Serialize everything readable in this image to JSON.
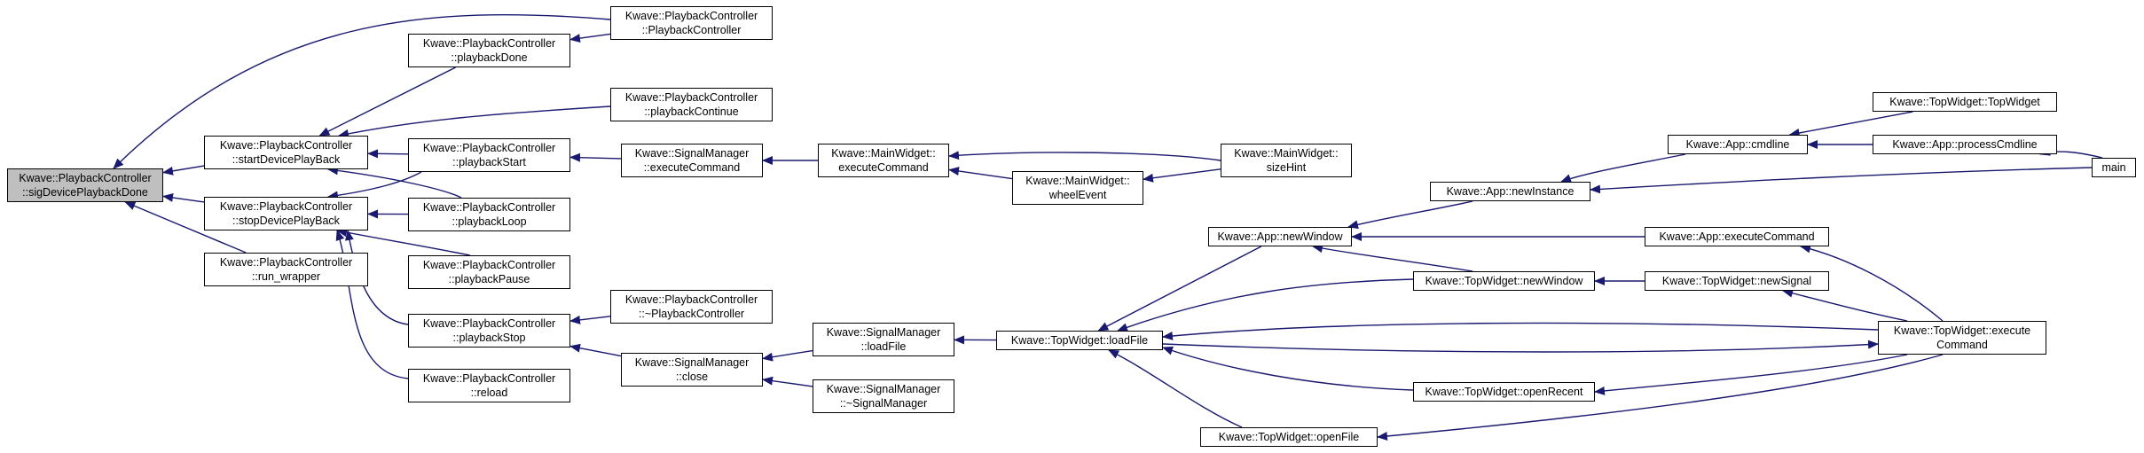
{
  "colors": {
    "edge": "#191970",
    "node_border": "#000000",
    "highlight_fill": "#bfbfbf",
    "background": "#ffffff"
  },
  "nodes": [
    {
      "id": "sigDevice",
      "lines": [
        "Kwave::PlaybackController",
        "::sigDevicePlaybackDone"
      ],
      "highlight": true
    },
    {
      "id": "startDev",
      "lines": [
        "Kwave::PlaybackController",
        "::startDevicePlayBack"
      ]
    },
    {
      "id": "stopDev",
      "lines": [
        "Kwave::PlaybackController",
        "::stopDevicePlayBack"
      ]
    },
    {
      "id": "runWrapper",
      "lines": [
        "Kwave::PlaybackController",
        "::run_wrapper"
      ]
    },
    {
      "id": "pcCtor",
      "lines": [
        "Kwave::PlaybackController",
        "::PlaybackController"
      ]
    },
    {
      "id": "playDone",
      "lines": [
        "Kwave::PlaybackController",
        "::playbackDone"
      ]
    },
    {
      "id": "playContinue",
      "lines": [
        "Kwave::PlaybackController",
        "::playbackContinue"
      ]
    },
    {
      "id": "playStart",
      "lines": [
        "Kwave::PlaybackController",
        "::playbackStart"
      ]
    },
    {
      "id": "playLoop",
      "lines": [
        "Kwave::PlaybackController",
        "::playbackLoop"
      ]
    },
    {
      "id": "playPause",
      "lines": [
        "Kwave::PlaybackController",
        "::playbackPause"
      ]
    },
    {
      "id": "playStop",
      "lines": [
        "Kwave::PlaybackController",
        "::playbackStop"
      ]
    },
    {
      "id": "reload",
      "lines": [
        "Kwave::PlaybackController",
        "::reload"
      ]
    },
    {
      "id": "pcDtor",
      "lines": [
        "Kwave::PlaybackController",
        "::~PlaybackController"
      ]
    },
    {
      "id": "smExec",
      "lines": [
        "Kwave::SignalManager",
        "::executeCommand"
      ]
    },
    {
      "id": "smLoad",
      "lines": [
        "Kwave::SignalManager",
        "::loadFile"
      ]
    },
    {
      "id": "smClose",
      "lines": [
        "Kwave::SignalManager",
        "::close"
      ]
    },
    {
      "id": "smDtor",
      "lines": [
        "Kwave::SignalManager",
        "::~SignalManager"
      ]
    },
    {
      "id": "mwExec",
      "lines": [
        "Kwave::MainWidget::",
        "executeCommand"
      ]
    },
    {
      "id": "mwWheel",
      "lines": [
        "Kwave::MainWidget::",
        "wheelEvent"
      ]
    },
    {
      "id": "mwSize",
      "lines": [
        "Kwave::MainWidget::",
        "sizeHint"
      ]
    },
    {
      "id": "twLoad",
      "lines": [
        "Kwave::TopWidget::loadFile"
      ]
    },
    {
      "id": "appNewWin",
      "lines": [
        "Kwave::App::newWindow"
      ]
    },
    {
      "id": "twNewWin",
      "lines": [
        "Kwave::TopWidget::newWindow"
      ]
    },
    {
      "id": "twOpenRecent",
      "lines": [
        "Kwave::TopWidget::openRecent"
      ]
    },
    {
      "id": "twOpenFile",
      "lines": [
        "Kwave::TopWidget::openFile"
      ]
    },
    {
      "id": "appNewInst",
      "lines": [
        "Kwave::App::newInstance"
      ]
    },
    {
      "id": "appCmdline",
      "lines": [
        "Kwave::App::cmdline"
      ]
    },
    {
      "id": "twCtor",
      "lines": [
        "Kwave::TopWidget::TopWidget"
      ]
    },
    {
      "id": "appProcess",
      "lines": [
        "Kwave::App::processCmdline"
      ]
    },
    {
      "id": "main",
      "lines": [
        "main"
      ]
    },
    {
      "id": "appExec",
      "lines": [
        "Kwave::App::executeCommand"
      ]
    },
    {
      "id": "twNewSignal",
      "lines": [
        "Kwave::TopWidget::newSignal"
      ]
    },
    {
      "id": "twExec",
      "lines": [
        "Kwave::TopWidget::execute",
        "Command"
      ]
    }
  ],
  "edges": [
    [
      "startDev",
      "sigDevice"
    ],
    [
      "stopDev",
      "sigDevice"
    ],
    [
      "runWrapper",
      "sigDevice"
    ],
    [
      "pcCtor",
      "sigDevice"
    ],
    [
      "playDone",
      "startDev"
    ],
    [
      "playContinue",
      "startDev"
    ],
    [
      "playStart",
      "startDev"
    ],
    [
      "playLoop",
      "startDev"
    ],
    [
      "playStart",
      "stopDev"
    ],
    [
      "playLoop",
      "stopDev"
    ],
    [
      "playPause",
      "stopDev"
    ],
    [
      "playStop",
      "stopDev"
    ],
    [
      "reload",
      "stopDev"
    ],
    [
      "pcCtor",
      "playDone"
    ],
    [
      "smExec",
      "playStart"
    ],
    [
      "mwExec",
      "smExec"
    ],
    [
      "mwSize",
      "mwExec"
    ],
    [
      "mwWheel",
      "mwExec"
    ],
    [
      "mwSize",
      "mwWheel"
    ],
    [
      "pcDtor",
      "playStop"
    ],
    [
      "smClose",
      "playStop"
    ],
    [
      "smLoad",
      "smClose"
    ],
    [
      "smDtor",
      "smClose"
    ],
    [
      "twLoad",
      "smLoad"
    ],
    [
      "appNewWin",
      "twLoad"
    ],
    [
      "twNewWin",
      "twLoad"
    ],
    [
      "twExec",
      "twLoad"
    ],
    [
      "twOpenRecent",
      "twLoad"
    ],
    [
      "twOpenFile",
      "twLoad"
    ],
    [
      "appNewInst",
      "appNewWin"
    ],
    [
      "twNewWin",
      "appNewWin"
    ],
    [
      "appExec",
      "appNewWin"
    ],
    [
      "twNewSignal",
      "twNewWin"
    ],
    [
      "twExec",
      "twNewSignal"
    ],
    [
      "twLoad",
      "twExec"
    ],
    [
      "twExec",
      "twOpenRecent"
    ],
    [
      "twExec",
      "twOpenFile"
    ],
    [
      "twExec",
      "appExec"
    ],
    [
      "appCmdline",
      "appNewInst"
    ],
    [
      "main",
      "appNewInst"
    ],
    [
      "twCtor",
      "appCmdline"
    ],
    [
      "appProcess",
      "appCmdline"
    ],
    [
      "main",
      "appProcess"
    ]
  ]
}
